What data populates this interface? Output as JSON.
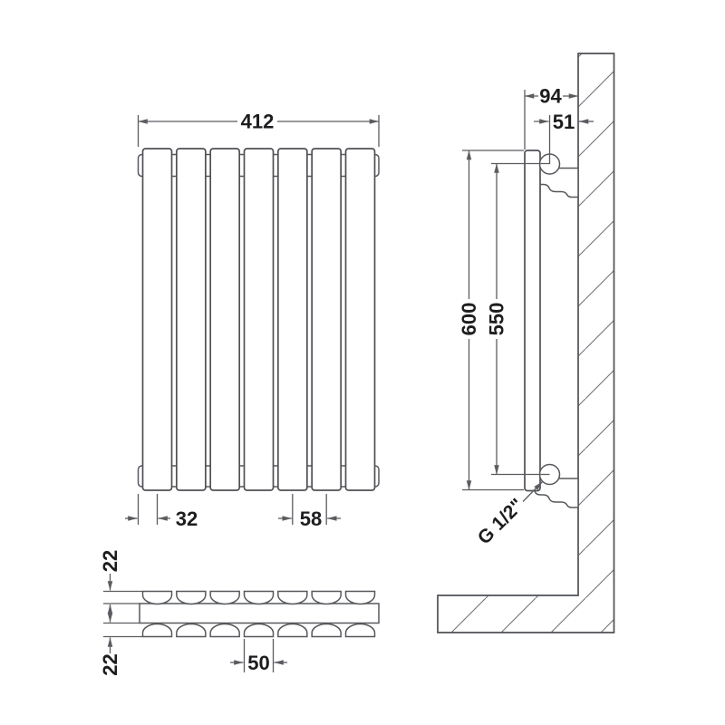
{
  "drawing": {
    "kind": "radiator dimension diagram",
    "colors": {
      "background": "#ffffff",
      "line": "#4f5155",
      "dimension_line": "#5a5c60",
      "text": "#1d1d1f"
    },
    "views": {
      "front": {
        "panel_count": 7,
        "dims": {
          "overall_width": "412",
          "edge_to_panel_centre": "32",
          "panel_pitch": "58"
        }
      },
      "side": {
        "dims": {
          "height": "600",
          "tapping_centres": "550",
          "wall_to_front": "94",
          "wall_to_tapping": "51",
          "thread": "G 1/2\""
        }
      },
      "section": {
        "panel_count": 7,
        "dims": {
          "front_depth": "22",
          "rear_depth": "22",
          "panel_width": "50"
        }
      }
    }
  }
}
